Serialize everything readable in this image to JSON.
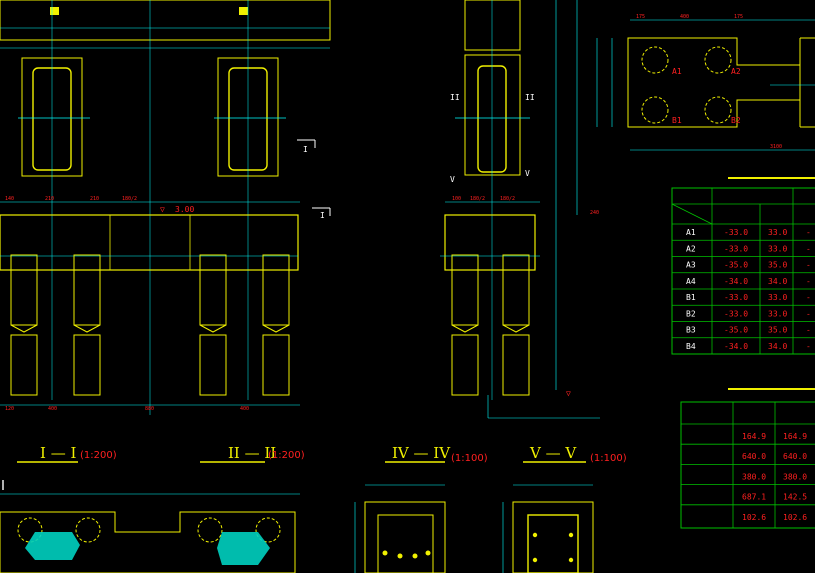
{
  "section_titles": [
    {
      "roman": "I — I",
      "scale": "(1:200)"
    },
    {
      "roman": "II — II",
      "scale": "(1:200)"
    },
    {
      "roman": "IV — IV",
      "scale": "(1:100)"
    },
    {
      "roman": "V — V",
      "scale": "(1:100)"
    }
  ],
  "elevation_label": "3.00",
  "pile_labels": [
    "A1",
    "A2",
    "B1",
    "B2"
  ],
  "coord_table": {
    "rows": [
      {
        "id": "A1",
        "x": "-33.0",
        "y": "33.0"
      },
      {
        "id": "A2",
        "x": "-33.0",
        "y": "33.0"
      },
      {
        "id": "A3",
        "x": "-35.0",
        "y": "35.0"
      },
      {
        "id": "A4",
        "x": "-34.0",
        "y": "34.0"
      },
      {
        "id": "B1",
        "x": "-33.0",
        "y": "33.0"
      },
      {
        "id": "B2",
        "x": "-33.0",
        "y": "33.0"
      },
      {
        "id": "B3",
        "x": "-35.0",
        "y": "35.0"
      },
      {
        "id": "B4",
        "x": "-34.0",
        "y": "34.0"
      }
    ]
  },
  "qty_table": {
    "rows": [
      [
        "164.9",
        "164.9"
      ],
      [
        "640.0",
        "640.0"
      ],
      [
        "380.0",
        "380.0"
      ],
      [
        "687.1",
        "142.5"
      ],
      [
        "102.6",
        "102.6"
      ]
    ]
  },
  "colors": {
    "concrete": "#f0f000",
    "dimension": "#00ffff",
    "text": "#ff2020",
    "table_grid": "#00c000",
    "hatch": "#00d0c0"
  }
}
